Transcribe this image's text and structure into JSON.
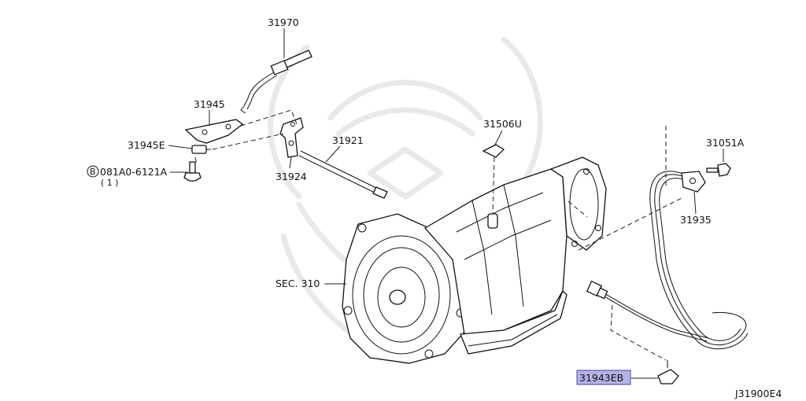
{
  "diagram_id": "J31900E4",
  "section_ref": "SEC. 310",
  "highlight_color": "#b3b3e6",
  "parts": {
    "p31970": "31970",
    "p31945": "31945",
    "p31945E": "31945E",
    "p081A0": "081A0-6121A",
    "p081A0_prefix": "B",
    "p081A0_qty": "( 1 )",
    "p31921": "31921",
    "p31924": "31924",
    "p31506U": "31506U",
    "p31051A": "31051A",
    "p31935": "31935",
    "p31943EB": "31943EB"
  }
}
